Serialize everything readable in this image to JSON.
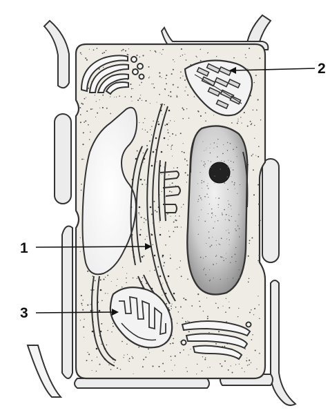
{
  "labels": [
    {
      "id": "1",
      "text": "1"
    },
    {
      "id": "2",
      "text": "2"
    },
    {
      "id": "3",
      "text": "3"
    }
  ],
  "colors": {
    "background": "#ffffff",
    "wall_fill": "#e8e8e8",
    "cytoplasm": "#efece6",
    "outline": "#333333",
    "nucleus_fill": "#c9c9c9",
    "nucleolus": "#1a1a1a",
    "stipple": "#555555"
  }
}
